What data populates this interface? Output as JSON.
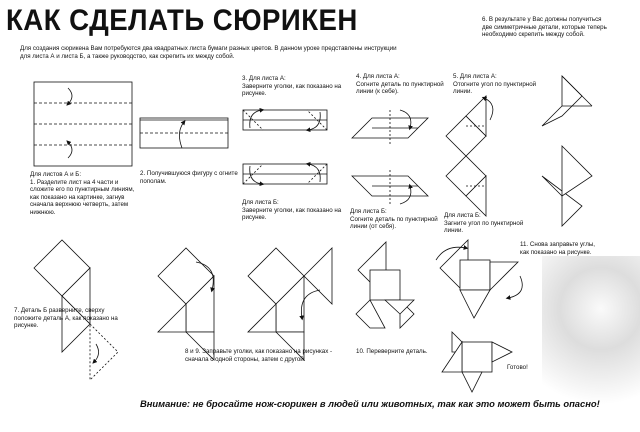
{
  "title": "КАК СДЕЛАТЬ СЮРИКЕН",
  "intro": "Для создания сюрикена Вам потребуются два квадратных листа бумаги разных цветов. В данном уроке представлены инструкции для листа А и листа Б, а также руководство, как скрепить их между собой.",
  "steps": {
    "s1": "Для листов А и Б:\n1. Разделите лист на 4 части и сложите его по пунктирным линиям, как показано на картинке, загнув сначала верхнюю четверть, затем нижнюю.",
    "s2": "2. Получившуюся фигуру с огните пополам.",
    "s3a": "3. Для листа А:\nЗаверните уголки, как показано на рисунке.",
    "s3b": "Для листа Б:\nЗаверните уголки, как показано на рисунке.",
    "s4a": "4. Для листа А:\nСогните деталь по пунктирной линии (к себе).",
    "s4b": "Для листа Б:\nСогните деталь по пунктирной линии (от себя).",
    "s5a": "5. Для листа А:\nОтогните угол по пунктирной линии.",
    "s5b": "Для листа Б:\nЗагните угол по пунктирной линии.",
    "s6": "6. В результате у Вас должны получиться две симметричные детали, которые теперь необходимо скрепить между собой.",
    "s7": "7. Деталь Б разверните, сверху положите деталь А, как показано на рисунке.",
    "s89": "8 и 9. Заправьте уголки, как показано на рисунках - сначала с одной стороны, затем с другой.",
    "s10": "10. Переверните деталь.",
    "s11": "11. Снова заправьте углы, как показано на рисунке.",
    "done": "Готово!"
  },
  "warning": "Внимание: не бросайте нож-сюрикен в людей или животных, так как это может быть опасно!"
}
